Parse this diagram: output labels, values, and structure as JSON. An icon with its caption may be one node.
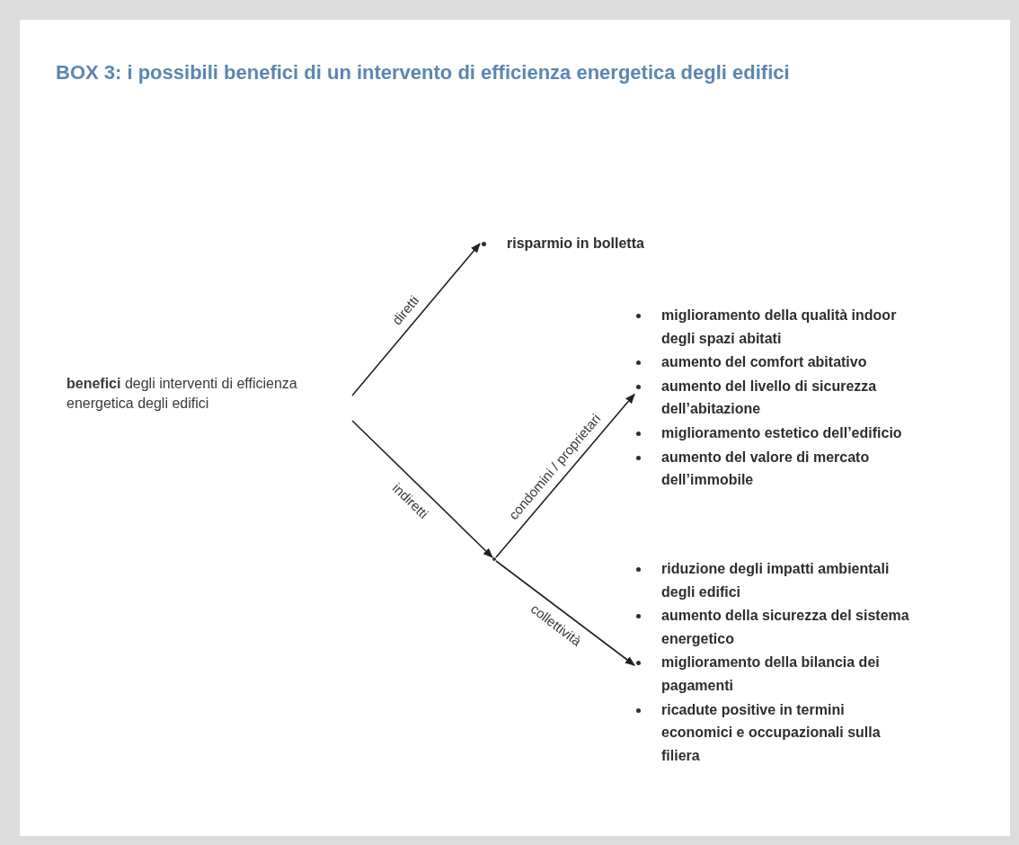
{
  "diagram": {
    "title": "BOX 3: i possibili benefici di un intervento di efficienza energetica degli edifici",
    "nodes": [
      {
        "text": [
          "**benefici** degli interventi di efficienza energetica degli edifici"
        ]
      },
      {
        "text": [
          "risparmio in bolletta"
        ]
      },
      {
        "text": [],
        "shape": "point"
      },
      {
        "text": [
          "miglioramento della qualità indoor degli spazi abitati",
          "aumento del comfort abitativo",
          "aumento del livello di sicurezza dell’abitazione",
          "miglioramento estetico dell’edificio",
          "aumento del valore di mercato dell’immobile"
        ]
      },
      {
        "text": [
          "riduzione degli impatti ambientali degli edifici",
          "aumento della sicurezza del sistema energetico",
          "miglioramento della bilancia dei pagamenti",
          "ricadute positive in termini economici e occupazionali sulla filiera"
        ]
      }
    ],
    "edges": [
      {
        "from": 0,
        "to": 1,
        "arrow": "to",
        "label": "diretti"
      },
      {
        "from": 0,
        "to": 2,
        "arrow": "to",
        "label": "indiretti"
      },
      {
        "from": 2,
        "to": 3,
        "arrow": "to",
        "label": "condomini / proprietari"
      },
      {
        "from": 2,
        "to": 4,
        "arrow": "to",
        "label": "collettività"
      }
    ]
  }
}
